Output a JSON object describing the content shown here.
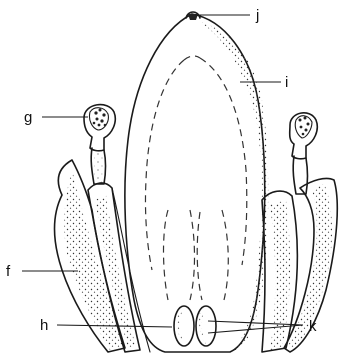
{
  "diagram": {
    "labels": {
      "f": "f",
      "g": "g",
      "h": "h",
      "i": "i",
      "j": "j",
      "k": "k"
    }
  }
}
